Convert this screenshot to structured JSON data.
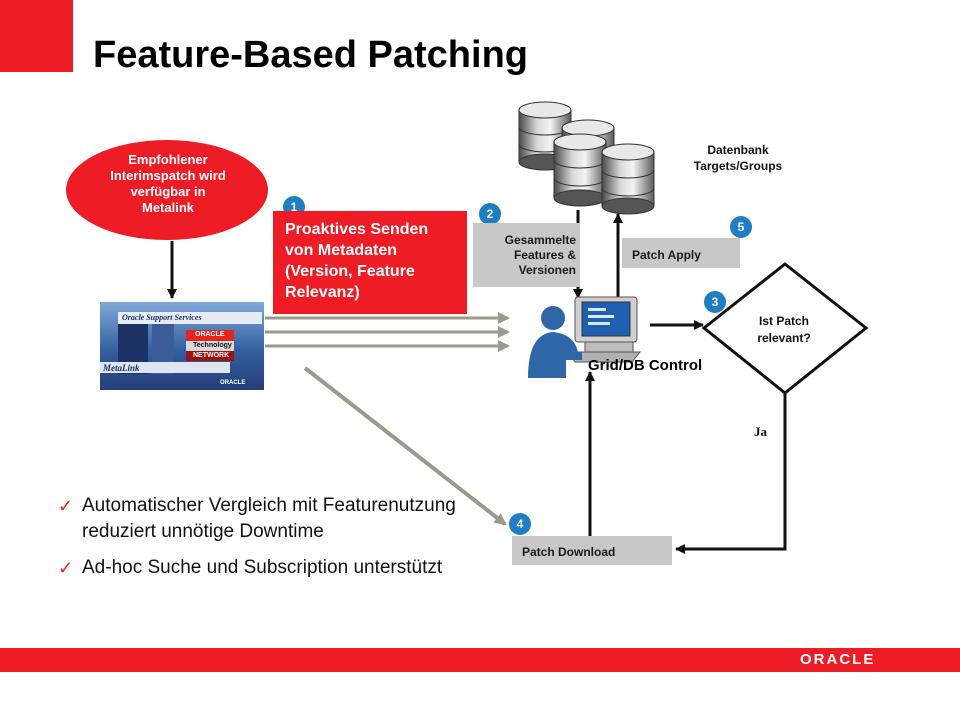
{
  "title": "Feature-Based Patching",
  "ellipse": {
    "lines": [
      "Empfohlener",
      "Interimspatch wird",
      "verfügbar in",
      "Metalink"
    ]
  },
  "step1": {
    "badge": "1",
    "lines": [
      "Proaktives Senden",
      "von Metadaten",
      "(Version, Feature",
      "Relevanz)"
    ]
  },
  "step2": {
    "badge": "2",
    "lines": [
      "Gesammelte",
      "Features &",
      "Versionen"
    ]
  },
  "step3": {
    "badge": "3"
  },
  "step4": {
    "badge": "4",
    "label": "Patch Download"
  },
  "step5": {
    "badge": "5",
    "label": "Patch Apply"
  },
  "database_label": [
    "Datenbank",
    "Targets/Groups"
  ],
  "grid_label": "Grid/DB Control",
  "decision": [
    "Ist Patch",
    "relevant?"
  ],
  "yes_label": "Ja",
  "screenshot": {
    "oracle_support": "Oracle Support Services",
    "oracle": "ORACLE",
    "technology": "Technology",
    "network": "NETWORK",
    "metalink": "MetaLink",
    "oracle_small": "ORACLE"
  },
  "bullets": [
    "Automatischer Vergleich mit Featurenutzung reduziert unnötige Downtime",
    "Ad-hoc Suche und Subscription unterstützt"
  ],
  "footer_logo": "ORACLE",
  "colors": {
    "accent_red": "#ee1c25",
    "badge_blue": "#1f7ec2",
    "box_gray": "#c8c8c8",
    "arrow_gray": "#9a9a8a"
  }
}
